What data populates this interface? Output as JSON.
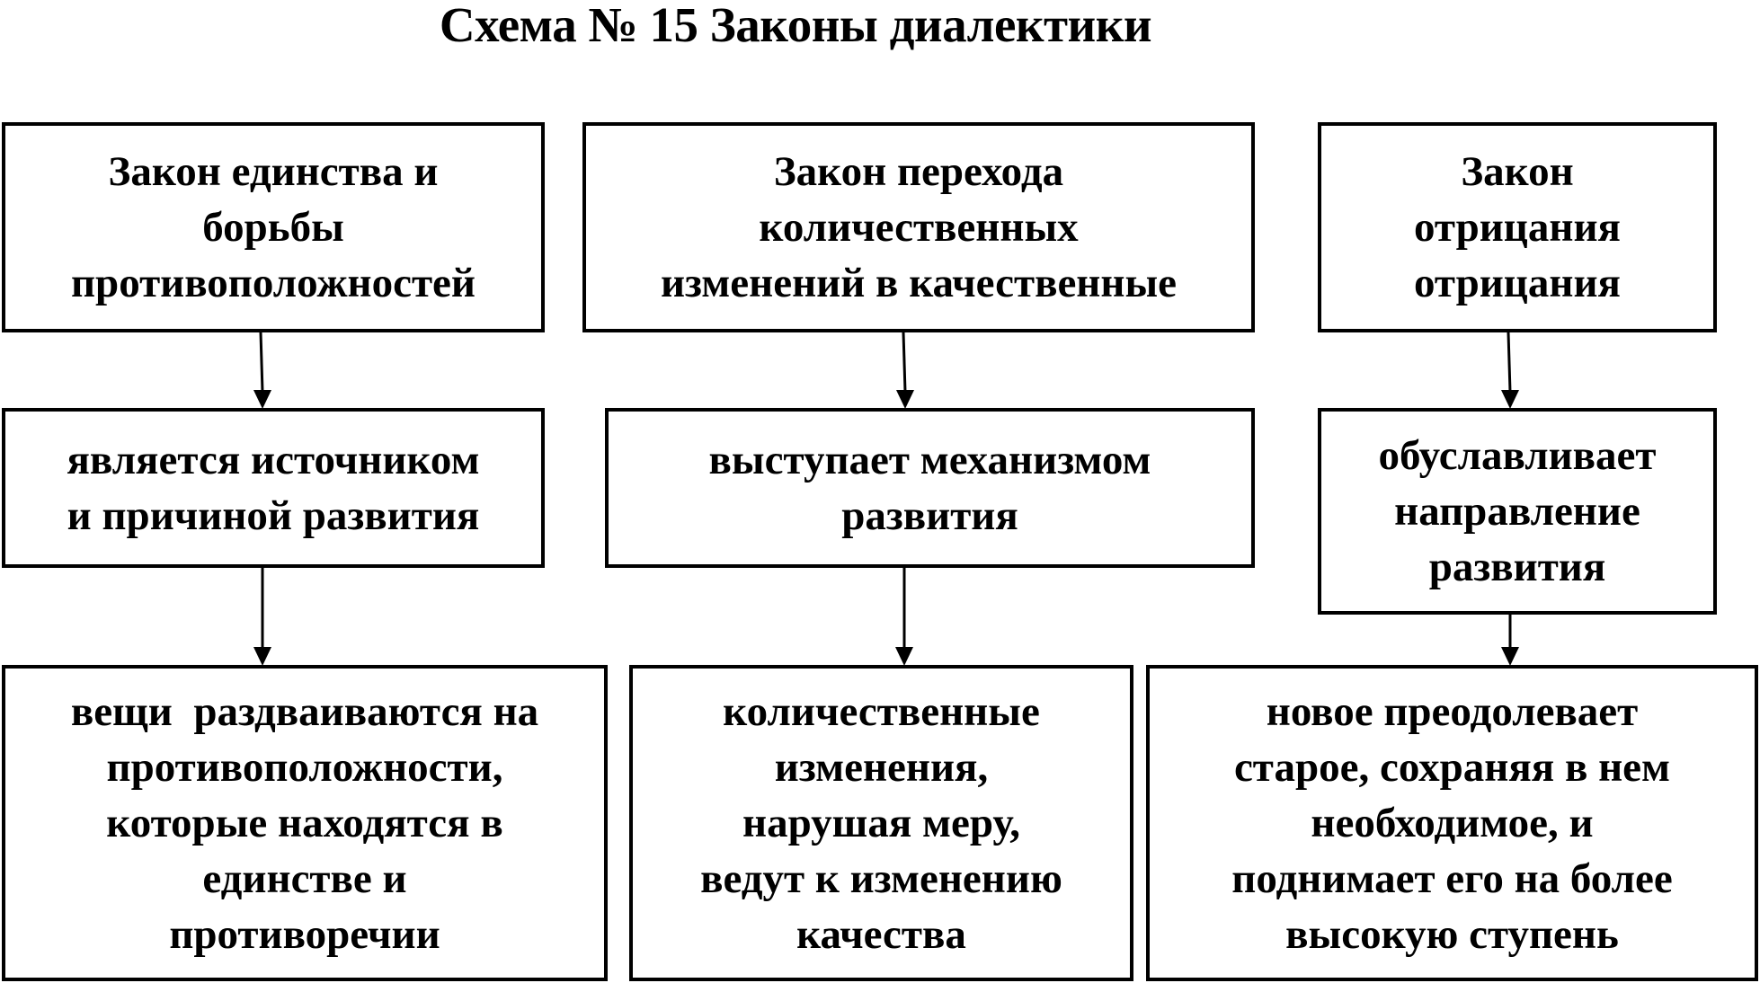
{
  "diagram": {
    "title": "Схема № 15 Законы диалектики",
    "columns": [
      {
        "law": [
          "Закон единства и",
          "борьбы",
          "противоположностей"
        ],
        "role": [
          "является источником",
          "и причиной развития"
        ],
        "essence": [
          "вещи  раздваиваются на",
          "противоположности,",
          "которые находятся в",
          "единстве и",
          "противоречии"
        ]
      },
      {
        "law": [
          "Закон перехода",
          "количественных",
          "изменений в качественные"
        ],
        "role": [
          "выступает механизмом",
          "развития"
        ],
        "essence": [
          "количественные",
          "изменения,",
          "нарушая меру,",
          "ведут к изменению",
          "качества"
        ]
      },
      {
        "law": [
          "Закон",
          "отрицания",
          "отрицания"
        ],
        "role": [
          "обуславливает",
          "направление",
          "развития"
        ],
        "essence": [
          "новое преодолевает",
          "старое, сохраняя в нем",
          "необходимое, и",
          "поднимает его на более",
          "высокую ступень"
        ]
      }
    ],
    "edges": [
      {
        "from": "law-1",
        "to": "role-1"
      },
      {
        "from": "role-1",
        "to": "essence-1"
      },
      {
        "from": "law-2",
        "to": "role-2"
      },
      {
        "from": "role-2",
        "to": "essence-2"
      },
      {
        "from": "law-3",
        "to": "role-3"
      },
      {
        "from": "role-3",
        "to": "essence-3"
      }
    ],
    "colors": {
      "stroke": "#000000",
      "background": "#ffffff",
      "text": "#000000"
    }
  }
}
